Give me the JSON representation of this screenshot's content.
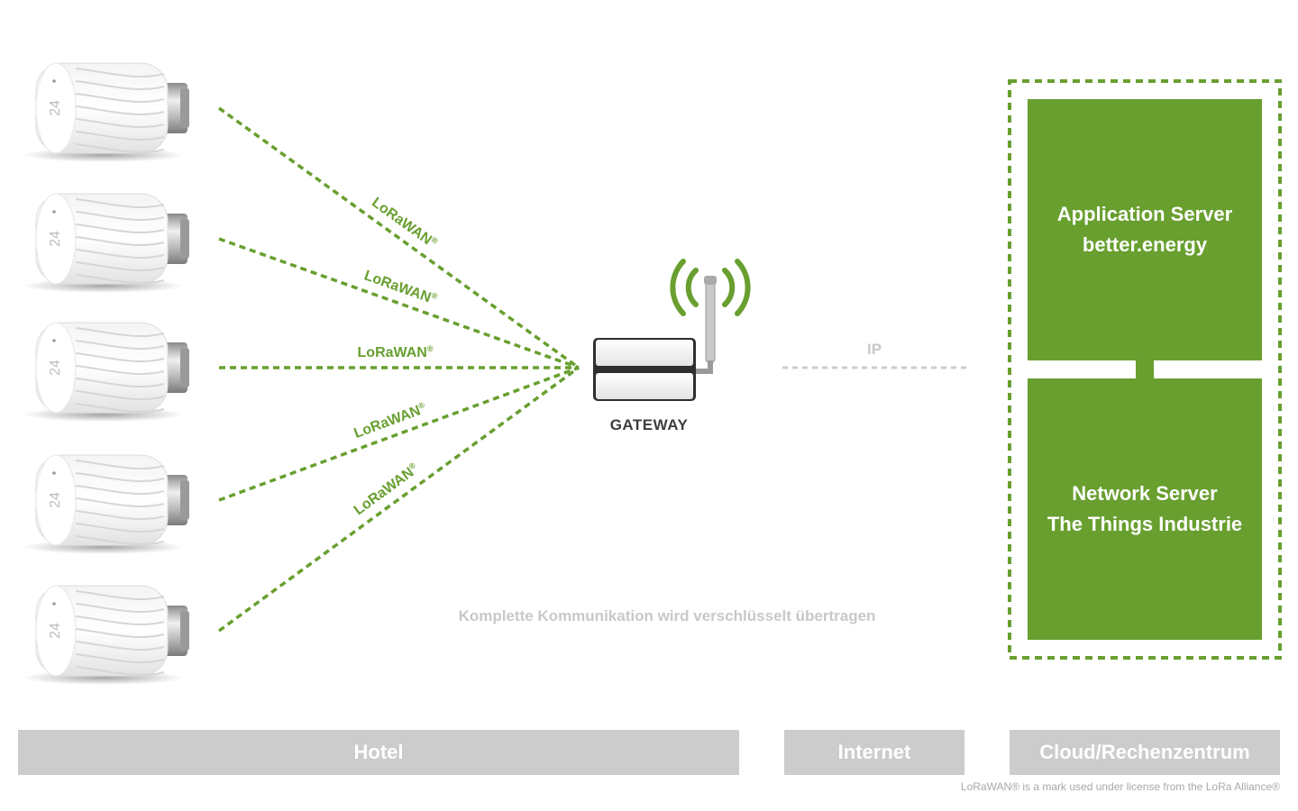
{
  "colors": {
    "accent_green": "#689f2f",
    "band_gray": "#cccccc",
    "muted_text": "#c8c8c8",
    "dark_text": "#3d3d3d"
  },
  "devices": {
    "count": 5,
    "icon": "radiator-thermostat-icon",
    "display_value": "24"
  },
  "links": [
    {
      "label": "LoRaWAN",
      "mark": "®"
    },
    {
      "label": "LoRaWAN",
      "mark": "®"
    },
    {
      "label": "LoRaWAN",
      "mark": "®"
    },
    {
      "label": "LoRaWAN",
      "mark": "®"
    },
    {
      "label": "LoRaWAN",
      "mark": "®"
    }
  ],
  "gateway": {
    "label": "GATEWAY",
    "icon": "gateway-antenna-icon"
  },
  "ip_link": {
    "label": "IP"
  },
  "cloud": {
    "application_server": {
      "line1": "Application Server",
      "line2": "better.energy"
    },
    "network_server": {
      "line1": "Network Server",
      "line2": "The Things Industrie"
    }
  },
  "caption": "Komplette Kommunikation wird verschlüsselt übertragen",
  "zones": {
    "hotel": "Hotel",
    "internet": "Internet",
    "cloud": "Cloud/Rechenzentrum"
  },
  "footnote": "LoRaWAN® is a mark used under license from the LoRa Alliance®"
}
